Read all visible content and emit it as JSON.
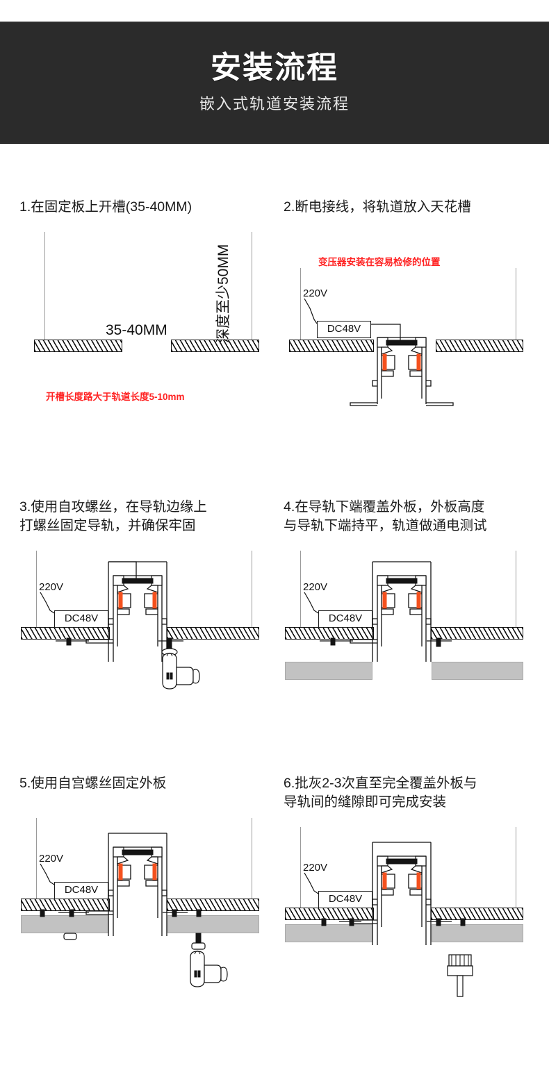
{
  "header": {
    "title": "安装流程",
    "subtitle": "嵌入式轨道安装流程"
  },
  "colors": {
    "banner_bg": "#2b2b2b",
    "title_text": "#ffffff",
    "note_red": "#ff2323",
    "contact_orange": "#f4511e",
    "panel_grey": "#c2c2c2",
    "line_black": "#111111"
  },
  "steps": [
    {
      "index": "1",
      "title": "1.在固定板上开槽(35-40MM)",
      "labels": {
        "gap_width": "35-40MM",
        "depth": "深度至少50MM"
      },
      "note": "开槽长度路大于轨道长度5-10mm",
      "icon": ""
    },
    {
      "index": "2",
      "title": "2.断电接线，将轨道放入天花槽",
      "labels": {
        "mains": "220V",
        "driver": "DC48V"
      },
      "note": "变压器安装在容易检修的位置",
      "icon": ""
    },
    {
      "index": "3",
      "title": "3.使用自攻螺丝，在导轨边缘上\n打螺丝固定导轨，并确保牢固",
      "labels": {
        "mains": "220V",
        "driver": "DC48V"
      },
      "note": "",
      "icon": "drill-icon"
    },
    {
      "index": "4",
      "title": "4.在导轨下端覆盖外板，外板高度\n与导轨下端持平，轨道做通电测试",
      "labels": {
        "mains": "220V",
        "driver": "DC48V"
      },
      "note": "",
      "icon": ""
    },
    {
      "index": "5",
      "title": "5.使用自宫螺丝固定外板",
      "labels": {
        "mains": "220V",
        "driver": "DC48V"
      },
      "note": "",
      "icon": "drill-icon"
    },
    {
      "index": "6",
      "title": "6.批灰2-3次直至完全覆盖外板与\n导轨间的缝隙即可完成安装",
      "labels": {
        "mains": "220V",
        "driver": "DC48V"
      },
      "note": "",
      "icon": "putty-brush-icon"
    }
  ]
}
